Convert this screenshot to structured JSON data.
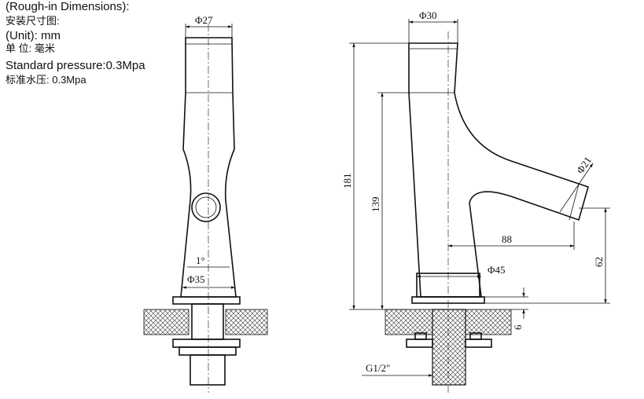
{
  "notes": {
    "title_en": "(Rough-in Dimensions):",
    "title_zh": "安装尺寸图:",
    "unit_en": "(Unit): mm",
    "unit_zh": "单 位: 毫米",
    "pressure_en": "Standard pressure:0.3Mpa",
    "pressure_zh": "标准水压: 0.3Mpa"
  },
  "front_view": {
    "dim_top_diameter": "Φ27",
    "dim_base_diameter": "Φ35",
    "angle_label": "1°"
  },
  "side_view": {
    "dim_top_diameter": "Φ30",
    "dim_spout_diameter": "Φ21",
    "dim_total_height": "181",
    "dim_spout_height": "139",
    "dim_reach": "88",
    "dim_outlet_height": "62",
    "dim_base_diameter": "Φ45",
    "dim_deck_clearance": "6",
    "thread_label": "G1/2\""
  }
}
